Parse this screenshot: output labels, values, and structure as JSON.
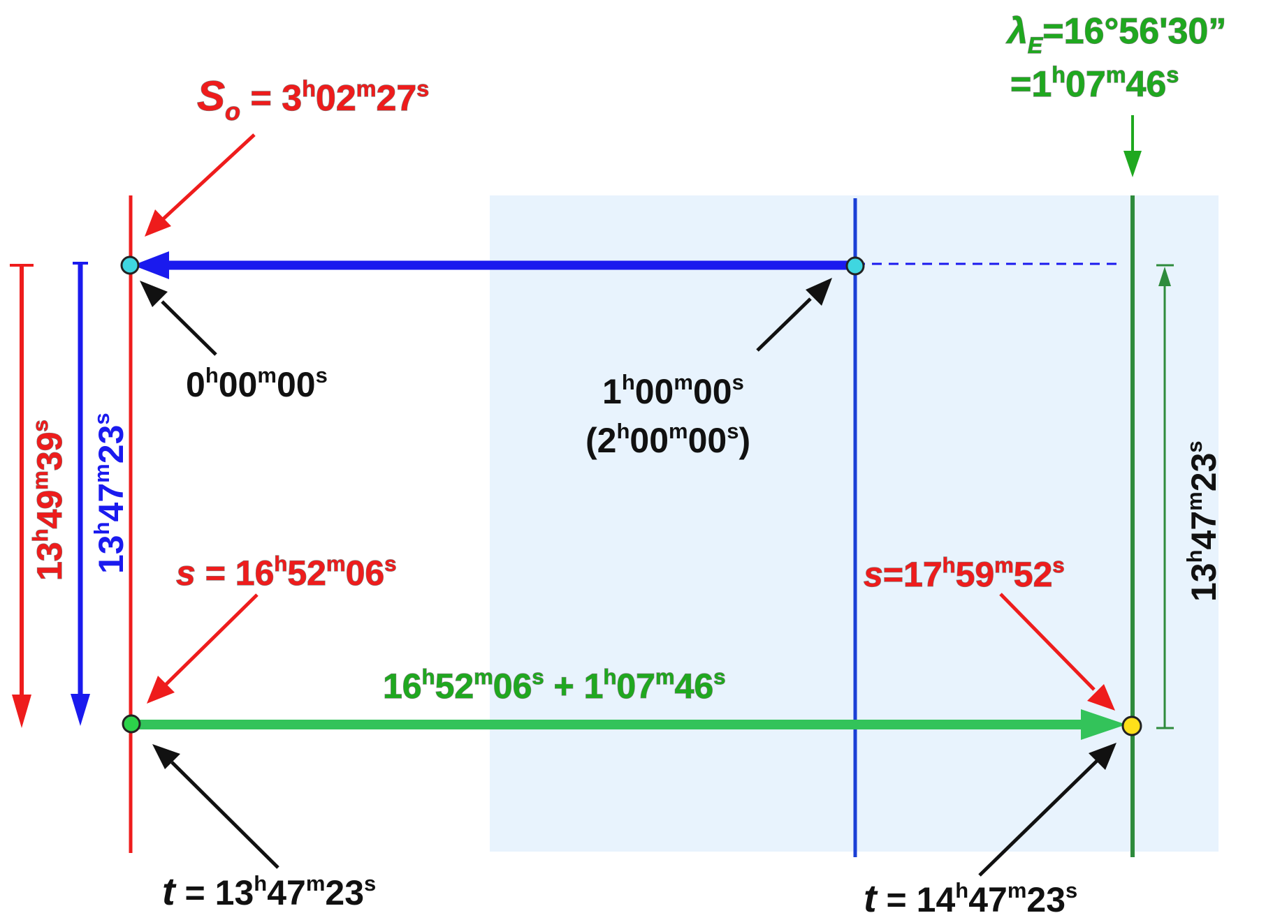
{
  "colors": {
    "red": "#ee1c1c",
    "blue": "#1a1aee",
    "green": "#1fa81f",
    "dark_green": "#2e8b3c",
    "light_green_arrow": "#33c35a",
    "black": "#111111",
    "zone_fill": "#e8f3fd",
    "cyan_dot": "#3fd6e0",
    "green_dot": "#2cd24a",
    "yellow_dot": "#ffe01a"
  },
  "labels": {
    "s0": {
      "var": "S",
      "sub": "o",
      "eq": " = 3",
      "h": "h",
      "mm": "02",
      "m": "m",
      "ss": "27",
      "s": "s"
    },
    "lambda_e": {
      "var": "λ",
      "sub": "E",
      "rest": "=16°56'30”"
    },
    "lambda_time": {
      "pre": "=1",
      "h": "h",
      "mm": "07",
      "m": "m",
      "ss": "46",
      "s": "s"
    },
    "time0": {
      "hh": "0",
      "h": "h",
      "mm": "00",
      "m": "m",
      "ss": "00",
      "s": "s"
    },
    "time1": {
      "hh": "1",
      "h": "h",
      "mm": "00",
      "m": "m",
      "ss": "00",
      "s": "s"
    },
    "time2": {
      "open": "(2",
      "h": "h",
      "mm": "00",
      "m": "m",
      "ss": "00",
      "s": "s",
      "close": ")"
    },
    "s_local": {
      "var": "s",
      "eq": " = 16",
      "h": "h",
      "mm": "52",
      "m": "m",
      "ss": "06",
      "s": "s"
    },
    "s_east": {
      "var": "s",
      "eq": "=17",
      "h": "h",
      "mm": "59",
      "m": "m",
      "ss": "52",
      "s": "s"
    },
    "sum": {
      "a": "16",
      "h1": "h",
      "b": "52",
      "m1": "m",
      "c": "06",
      "s1": "s",
      "plus": " + 1",
      "h2": "h",
      "d": "07",
      "m2": "m",
      "e": "46",
      "s2": "s"
    },
    "t_local": {
      "var": "t",
      "eq": " = 13",
      "h": "h",
      "mm": "47",
      "m": "m",
      "ss": "23",
      "s": "s"
    },
    "t_east": {
      "var": "t",
      "eq": " = 14",
      "h": "h",
      "mm": "47",
      "m": "m",
      "ss": "23",
      "s": "s"
    },
    "red_interval": {
      "hh": "13",
      "h": "h",
      "mm": "49",
      "m": "m",
      "ss": "39",
      "s": "s"
    },
    "blue_interval": {
      "hh": "13",
      "h": "h",
      "mm": "47",
      "m": "m",
      "ss": "23",
      "s": "s"
    },
    "black_interval": {
      "hh": "13",
      "h": "h",
      "mm": "47",
      "m": "m",
      "ss": "23",
      "s": "s"
    }
  }
}
